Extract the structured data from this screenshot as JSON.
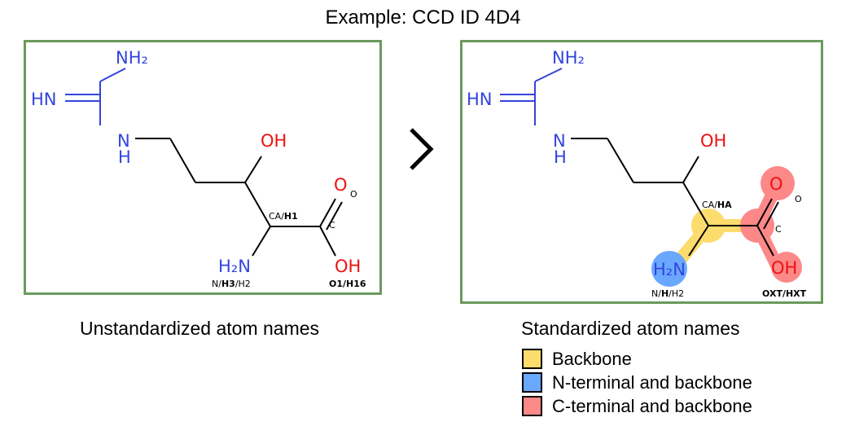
{
  "title": "Example: CCD ID 4D4",
  "left_panel": {
    "caption": "Unstandardized atom names",
    "atoms": {
      "nh2": "NH₂",
      "hn": "HN",
      "n": "N",
      "h": "H",
      "oh_side": "OH",
      "o_dbl": "O",
      "oh_term": "OH",
      "h2n": "H₂N"
    },
    "names": {
      "o_label": "O",
      "c_label": "C",
      "ca_prefix": "CA/",
      "ca_bold": "H1",
      "n_prefix": "N/",
      "n_bold": "H3",
      "n_suffix": "/H2",
      "o1_bold": "O1/H16"
    }
  },
  "right_panel": {
    "caption": "Standardized atom names",
    "atoms": {
      "nh2": "NH₂",
      "hn": "HN",
      "n": "N",
      "h": "H",
      "oh_side": "OH",
      "o_dbl": "O",
      "oh_term": "OH",
      "h2n": "H₂N"
    },
    "names": {
      "o_label": "O",
      "c_label": "C",
      "ca_prefix": "CA/",
      "ca_bold": "HA",
      "n_prefix": "N/",
      "n_bold": "H",
      "n_suffix": "/H2",
      "oxt_bold": "OXT/HXT"
    }
  },
  "legend": [
    {
      "label": "Backbone",
      "color": "#fcdc6c"
    },
    {
      "label": "N-terminal and backbone",
      "color": "#6aa7ff"
    },
    {
      "label": "C-terminal and backbone",
      "color": "#fd8888"
    }
  ],
  "colors": {
    "nitrogen": "#3344dd",
    "oxygen": "#ee1111",
    "panel_border": "#6a9a5c",
    "highlight_backbone": "#fcdc6c",
    "highlight_n_terminal": "#6aa7ff",
    "highlight_c_terminal": "#fd8888"
  }
}
